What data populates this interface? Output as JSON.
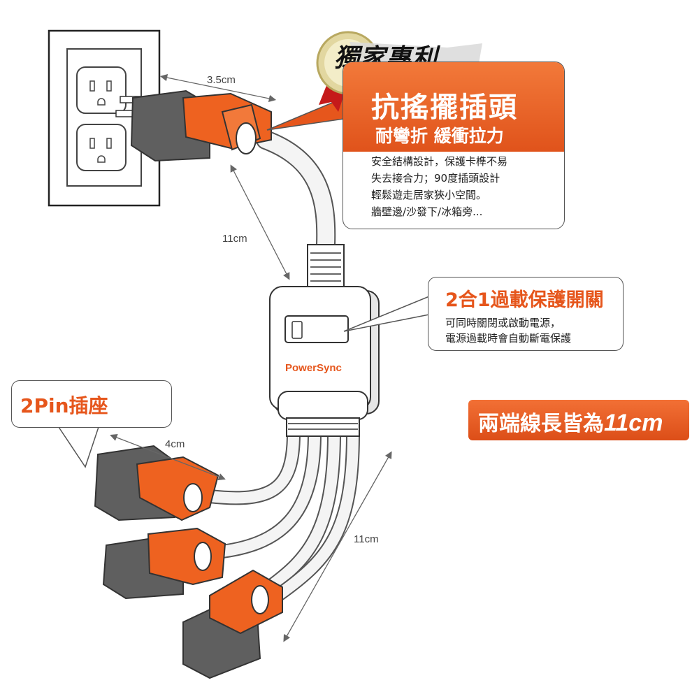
{
  "badge": {
    "text": "獨家專利"
  },
  "patent": {
    "title": "抗搖擺插頭",
    "subtitle": "耐彎折 緩衝拉力",
    "lines": [
      "安全結構設計，保護卡榫不易",
      "失去接合力；90度插頭設計",
      "輕鬆遊走居家狹小空間。",
      "牆壁邊/沙發下/冰箱旁..."
    ]
  },
  "switch_callout": {
    "title": "2合1過載保護開關",
    "lines": [
      "可同時關閉或啟動電源，",
      "電源過載時會自動斷電保護"
    ]
  },
  "pin_callout": {
    "title": "2Pin插座"
  },
  "length_banner": {
    "prefix": "兩端線長皆為",
    "value": "11cm"
  },
  "brand": "PowerSync",
  "dimensions": {
    "plug_width": "3.5cm",
    "top_cord": "11cm",
    "socket_width": "4cm",
    "bottom_cord": "11cm"
  },
  "colors": {
    "accent": "#e6561c",
    "plug_body": "#5f5f5f",
    "cord": "#f2f2f2"
  }
}
